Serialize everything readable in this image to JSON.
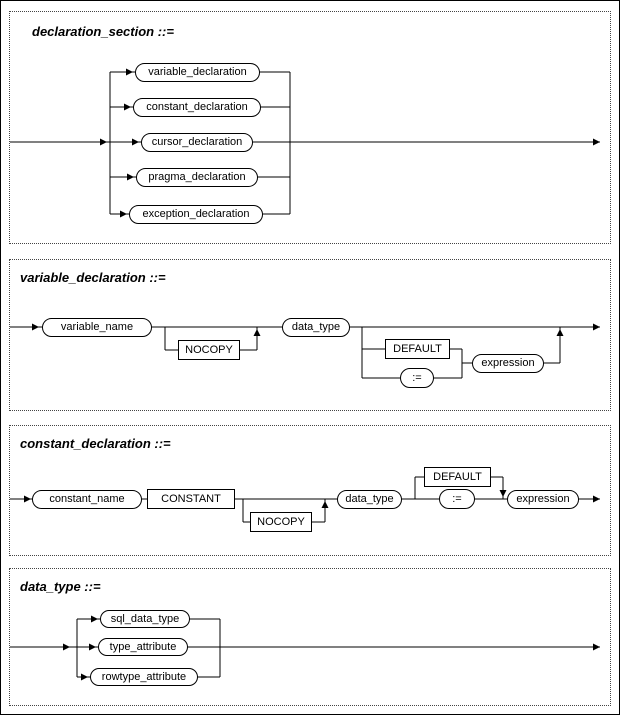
{
  "page": {
    "background": "#ffffff",
    "line_color": "#000000"
  },
  "sections": [
    {
      "title": "declaration_section ::=",
      "options": [
        "variable_declaration",
        "constant_declaration",
        "cursor_declaration",
        "pragma_declaration",
        "exception_declaration"
      ]
    },
    {
      "title": "variable_declaration ::=",
      "nodes": {
        "variable_name": "variable_name",
        "nocopy": "NOCOPY",
        "data_type": "data_type",
        "default_kw": "DEFAULT",
        "assign_op": ":=",
        "expression": "expression"
      }
    },
    {
      "title": "constant_declaration ::=",
      "nodes": {
        "constant_name": "constant_name",
        "constant_kw": "CONSTANT",
        "nocopy": "NOCOPY",
        "data_type": "data_type",
        "default_kw": "DEFAULT",
        "assign_op": ":=",
        "expression": "expression"
      }
    },
    {
      "title": "data_type ::=",
      "options": [
        "sql_data_type",
        "type_attribute",
        "rowtype_attribute"
      ]
    }
  ]
}
